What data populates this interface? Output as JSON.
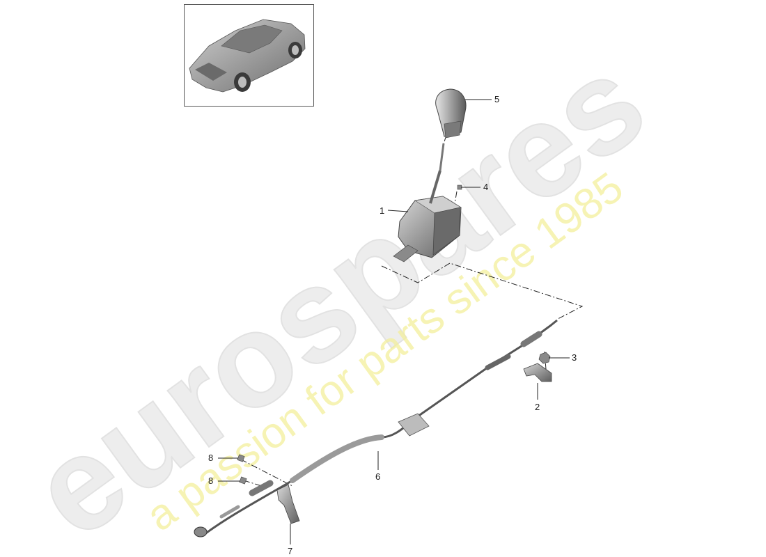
{
  "watermark": {
    "brand": "eurospares",
    "tagline": "a passion for parts since 1985"
  },
  "callouts": {
    "c1": "1",
    "c2": "2",
    "c3": "3",
    "c4": "4",
    "c5": "5",
    "c6": "6",
    "c7": "7",
    "c8a": "8",
    "c8b": "8"
  },
  "colors": {
    "line": "#222222",
    "part": "#8c8c8c",
    "watermark_brand": "#e7e7e7",
    "watermark_tagline": "#f3ef9c"
  }
}
